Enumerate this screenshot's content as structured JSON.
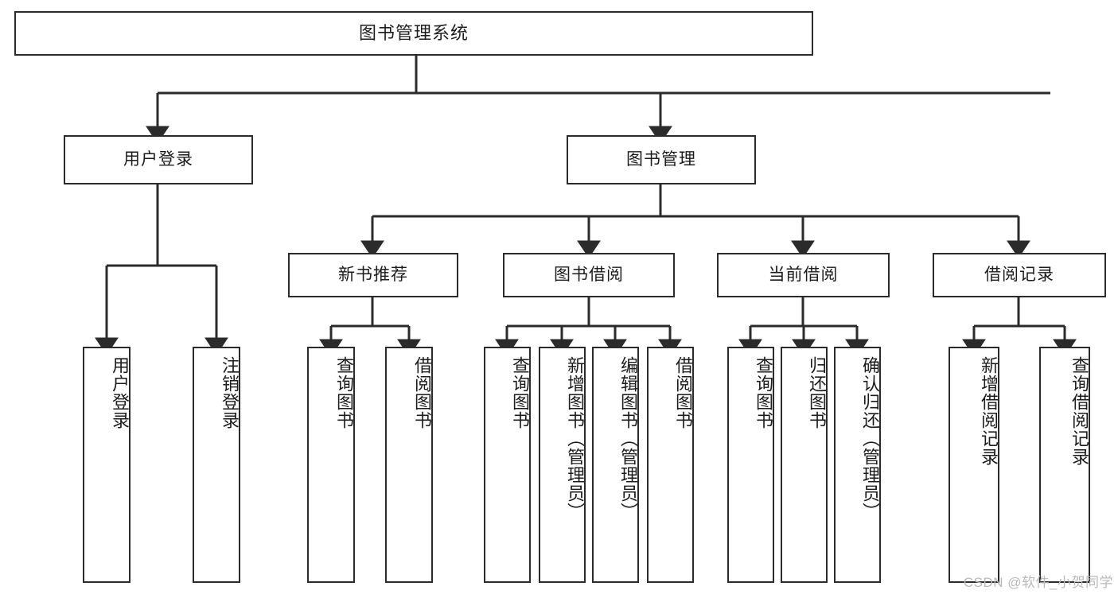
{
  "diagram": {
    "type": "tree-hierarchy-functional-decomposition",
    "title": "图书管理系统",
    "line_color": "#2b2b2b",
    "box_fill": "#ffffff",
    "text_color": "#1c1c1c",
    "nodes": {
      "root": {
        "label": "图书管理系统"
      },
      "user_login": {
        "label": "用户登录"
      },
      "book_manage": {
        "label": "图书管理"
      },
      "new_book_rec": {
        "label": "新书推荐"
      },
      "book_borrow": {
        "label": "图书借阅"
      },
      "current_borrow": {
        "label": "当前借阅"
      },
      "borrow_record": {
        "label": "借阅记录"
      },
      "leaf_user_login": {
        "label": "用户登录"
      },
      "leaf_logout": {
        "label": "注销登录"
      },
      "leaf_query_book_1": {
        "label": "查询图书"
      },
      "leaf_borrow_book_1": {
        "label": "借阅图书"
      },
      "leaf_query_book_2": {
        "label": "查询图书"
      },
      "leaf_add_book": {
        "label": "新增图书（管理员）"
      },
      "leaf_edit_book": {
        "label": "编辑图书（管理员）"
      },
      "leaf_borrow_book_2": {
        "label": "借阅图书"
      },
      "leaf_query_book_3": {
        "label": "查询图书"
      },
      "leaf_return_book": {
        "label": "归还图书"
      },
      "leaf_confirm_return": {
        "label": "确认归还（管理员）"
      },
      "leaf_add_record": {
        "label": "新增借阅记录"
      },
      "leaf_query_record": {
        "label": "查询借阅记录"
      }
    },
    "edges": [
      {
        "from": "root",
        "to": "user_login"
      },
      {
        "from": "root",
        "to": "book_manage"
      },
      {
        "from": "user_login",
        "to": "leaf_user_login"
      },
      {
        "from": "user_login",
        "to": "leaf_logout"
      },
      {
        "from": "book_manage",
        "to": "new_book_rec"
      },
      {
        "from": "book_manage",
        "to": "book_borrow"
      },
      {
        "from": "book_manage",
        "to": "current_borrow"
      },
      {
        "from": "book_manage",
        "to": "borrow_record"
      },
      {
        "from": "new_book_rec",
        "to": "leaf_query_book_1"
      },
      {
        "from": "new_book_rec",
        "to": "leaf_borrow_book_1"
      },
      {
        "from": "book_borrow",
        "to": "leaf_query_book_2"
      },
      {
        "from": "book_borrow",
        "to": "leaf_add_book"
      },
      {
        "from": "book_borrow",
        "to": "leaf_edit_book"
      },
      {
        "from": "book_borrow",
        "to": "leaf_borrow_book_2"
      },
      {
        "from": "current_borrow",
        "to": "leaf_query_book_3"
      },
      {
        "from": "current_borrow",
        "to": "leaf_return_book"
      },
      {
        "from": "current_borrow",
        "to": "leaf_confirm_return"
      },
      {
        "from": "borrow_record",
        "to": "leaf_add_record"
      },
      {
        "from": "borrow_record",
        "to": "leaf_query_record"
      }
    ]
  },
  "watermark": {
    "text": "CSDN @软件_小贺同学"
  }
}
